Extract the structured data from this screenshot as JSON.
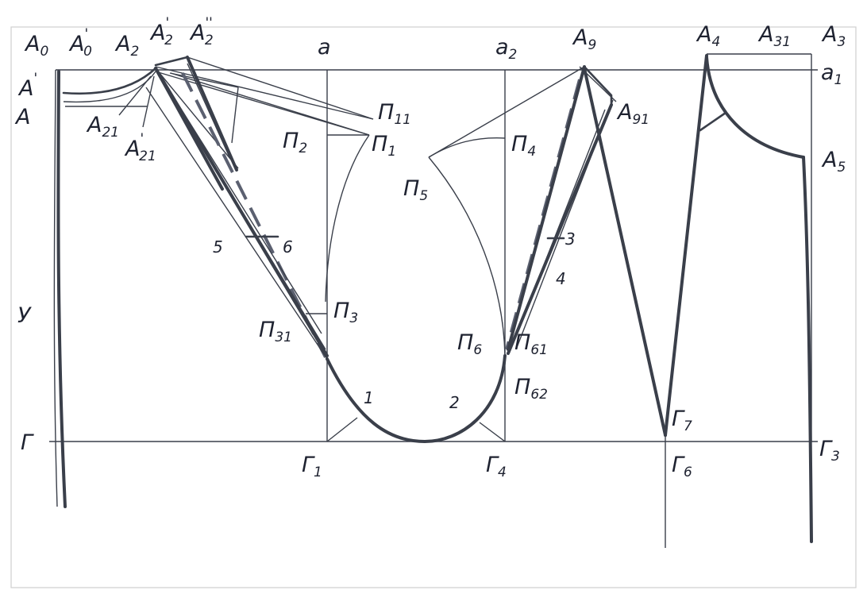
{
  "labels": {
    "A0": {
      "main": "A",
      "sub": "0"
    },
    "A0p": {
      "main": "A",
      "sup": "'",
      "sub": "0"
    },
    "A2": {
      "main": "A",
      "sub": "2"
    },
    "A2p": {
      "main": "A",
      "sup": "'",
      "sub": "2"
    },
    "A2pp": {
      "main": "A",
      "sup": "''",
      "sub": "2"
    },
    "a": {
      "main": "a"
    },
    "a2": {
      "main": "a",
      "sub": "2"
    },
    "A9": {
      "main": "A",
      "sub": "9"
    },
    "A4": {
      "main": "A",
      "sub": "4"
    },
    "A31": {
      "main": "A",
      "sub": "31"
    },
    "A3": {
      "main": "A",
      "sub": "3"
    },
    "a1": {
      "main": "a",
      "sub": "1"
    },
    "Aprime": {
      "main": "A",
      "sup": "'"
    },
    "A": {
      "main": "A"
    },
    "A21": {
      "main": "A",
      "sub": "21"
    },
    "A21p": {
      "main": "A",
      "sup": "'",
      "sub": "21"
    },
    "P11": {
      "main": "П",
      "sub": "11"
    },
    "P2": {
      "main": "П",
      "sub": "2"
    },
    "P1": {
      "main": "П",
      "sub": "1"
    },
    "P4": {
      "main": "П",
      "sub": "4"
    },
    "P5": {
      "main": "П",
      "sub": "5"
    },
    "A91": {
      "main": "A",
      "sub": "91"
    },
    "A5": {
      "main": "A",
      "sub": "5"
    },
    "Y": {
      "main": "У"
    },
    "P31": {
      "main": "П",
      "sub": "31"
    },
    "P3": {
      "main": "П",
      "sub": "3"
    },
    "P6": {
      "main": "П",
      "sub": "6"
    },
    "P61": {
      "main": "П",
      "sub": "61"
    },
    "P62": {
      "main": "П",
      "sub": "62"
    },
    "G": {
      "main": "Г"
    },
    "G1": {
      "main": "Г",
      "sub": "1"
    },
    "G4": {
      "main": "Г",
      "sub": "4"
    },
    "G7": {
      "main": "Г",
      "sub": "7"
    },
    "G6": {
      "main": "Г",
      "sub": "6"
    },
    "G3": {
      "main": "Г",
      "sub": "3"
    }
  },
  "markers": {
    "n1": "1",
    "n2": "2",
    "n3": "3",
    "n4": "4",
    "n5": "5",
    "n6": "6"
  }
}
